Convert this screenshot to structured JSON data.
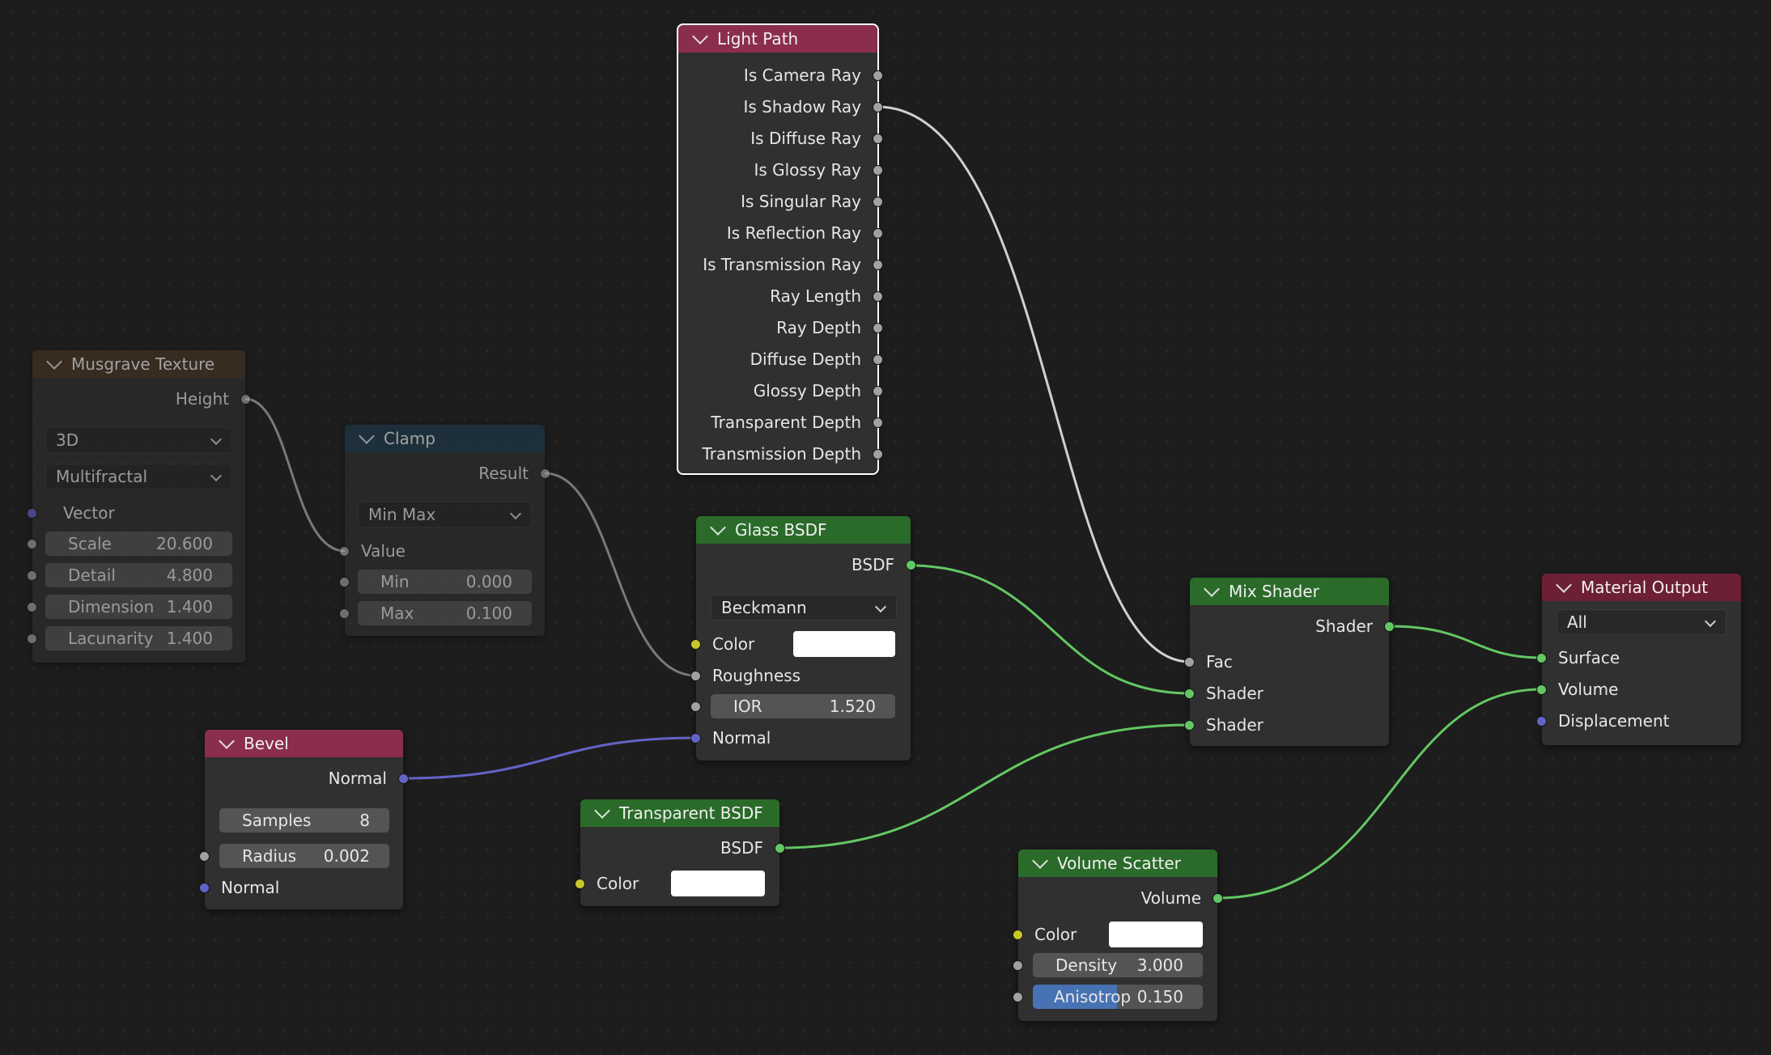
{
  "colors": {
    "texture_header": "#4a3422",
    "converter_header": "#1e3a4c",
    "input_header": "#8a2e4b",
    "shader_header": "#2a6b2a",
    "output_header": "#6c1f35",
    "socket_float": "#a1a1a1",
    "socket_shader": "#63c763",
    "socket_vector": "#6363c7",
    "socket_color": "#c7c729"
  },
  "nodes": {
    "light_path": {
      "title": "Light Path",
      "outputs": [
        "Is Camera Ray",
        "Is Shadow Ray",
        "Is Diffuse Ray",
        "Is Glossy Ray",
        "Is Singular Ray",
        "Is Reflection Ray",
        "Is Transmission Ray",
        "Ray Length",
        "Ray Depth",
        "Diffuse Depth",
        "Glossy Depth",
        "Transparent Depth",
        "Transmission Depth"
      ]
    },
    "musgrave": {
      "title": "Musgrave Texture",
      "output": "Height",
      "dimension": "3D",
      "type": "Multifractal",
      "vector": "Vector",
      "fields": {
        "scale": {
          "label": "Scale",
          "value": "20.600"
        },
        "detail": {
          "label": "Detail",
          "value": "4.800"
        },
        "dimension": {
          "label": "Dimension",
          "value": "1.400"
        },
        "lacunarity": {
          "label": "Lacunarity",
          "value": "1.400"
        }
      }
    },
    "clamp": {
      "title": "Clamp",
      "output": "Result",
      "mode": "Min Max",
      "value": "Value",
      "min": {
        "label": "Min",
        "value": "0.000"
      },
      "max": {
        "label": "Max",
        "value": "0.100"
      }
    },
    "glass": {
      "title": "Glass BSDF",
      "output": "BSDF",
      "distribution": "Beckmann",
      "color": "Color",
      "roughness": "Roughness",
      "ior": {
        "label": "IOR",
        "value": "1.520"
      },
      "normal": "Normal"
    },
    "bevel": {
      "title": "Bevel",
      "output": "Normal",
      "samples": {
        "label": "Samples",
        "value": "8"
      },
      "radius": {
        "label": "Radius",
        "value": "0.002"
      },
      "normal": "Normal"
    },
    "transparent": {
      "title": "Transparent BSDF",
      "output": "BSDF",
      "color": "Color"
    },
    "mix": {
      "title": "Mix Shader",
      "output": "Shader",
      "fac": "Fac",
      "shader1": "Shader",
      "shader2": "Shader"
    },
    "material_output": {
      "title": "Material Output",
      "target": "All",
      "surface": "Surface",
      "volume": "Volume",
      "displacement": "Displacement"
    },
    "volume_scatter": {
      "title": "Volume Scatter",
      "output": "Volume",
      "color": "Color",
      "density": {
        "label": "Density",
        "value": "3.000"
      },
      "anisotropy": {
        "label": "Anisotrop",
        "value": "0.150"
      }
    }
  }
}
